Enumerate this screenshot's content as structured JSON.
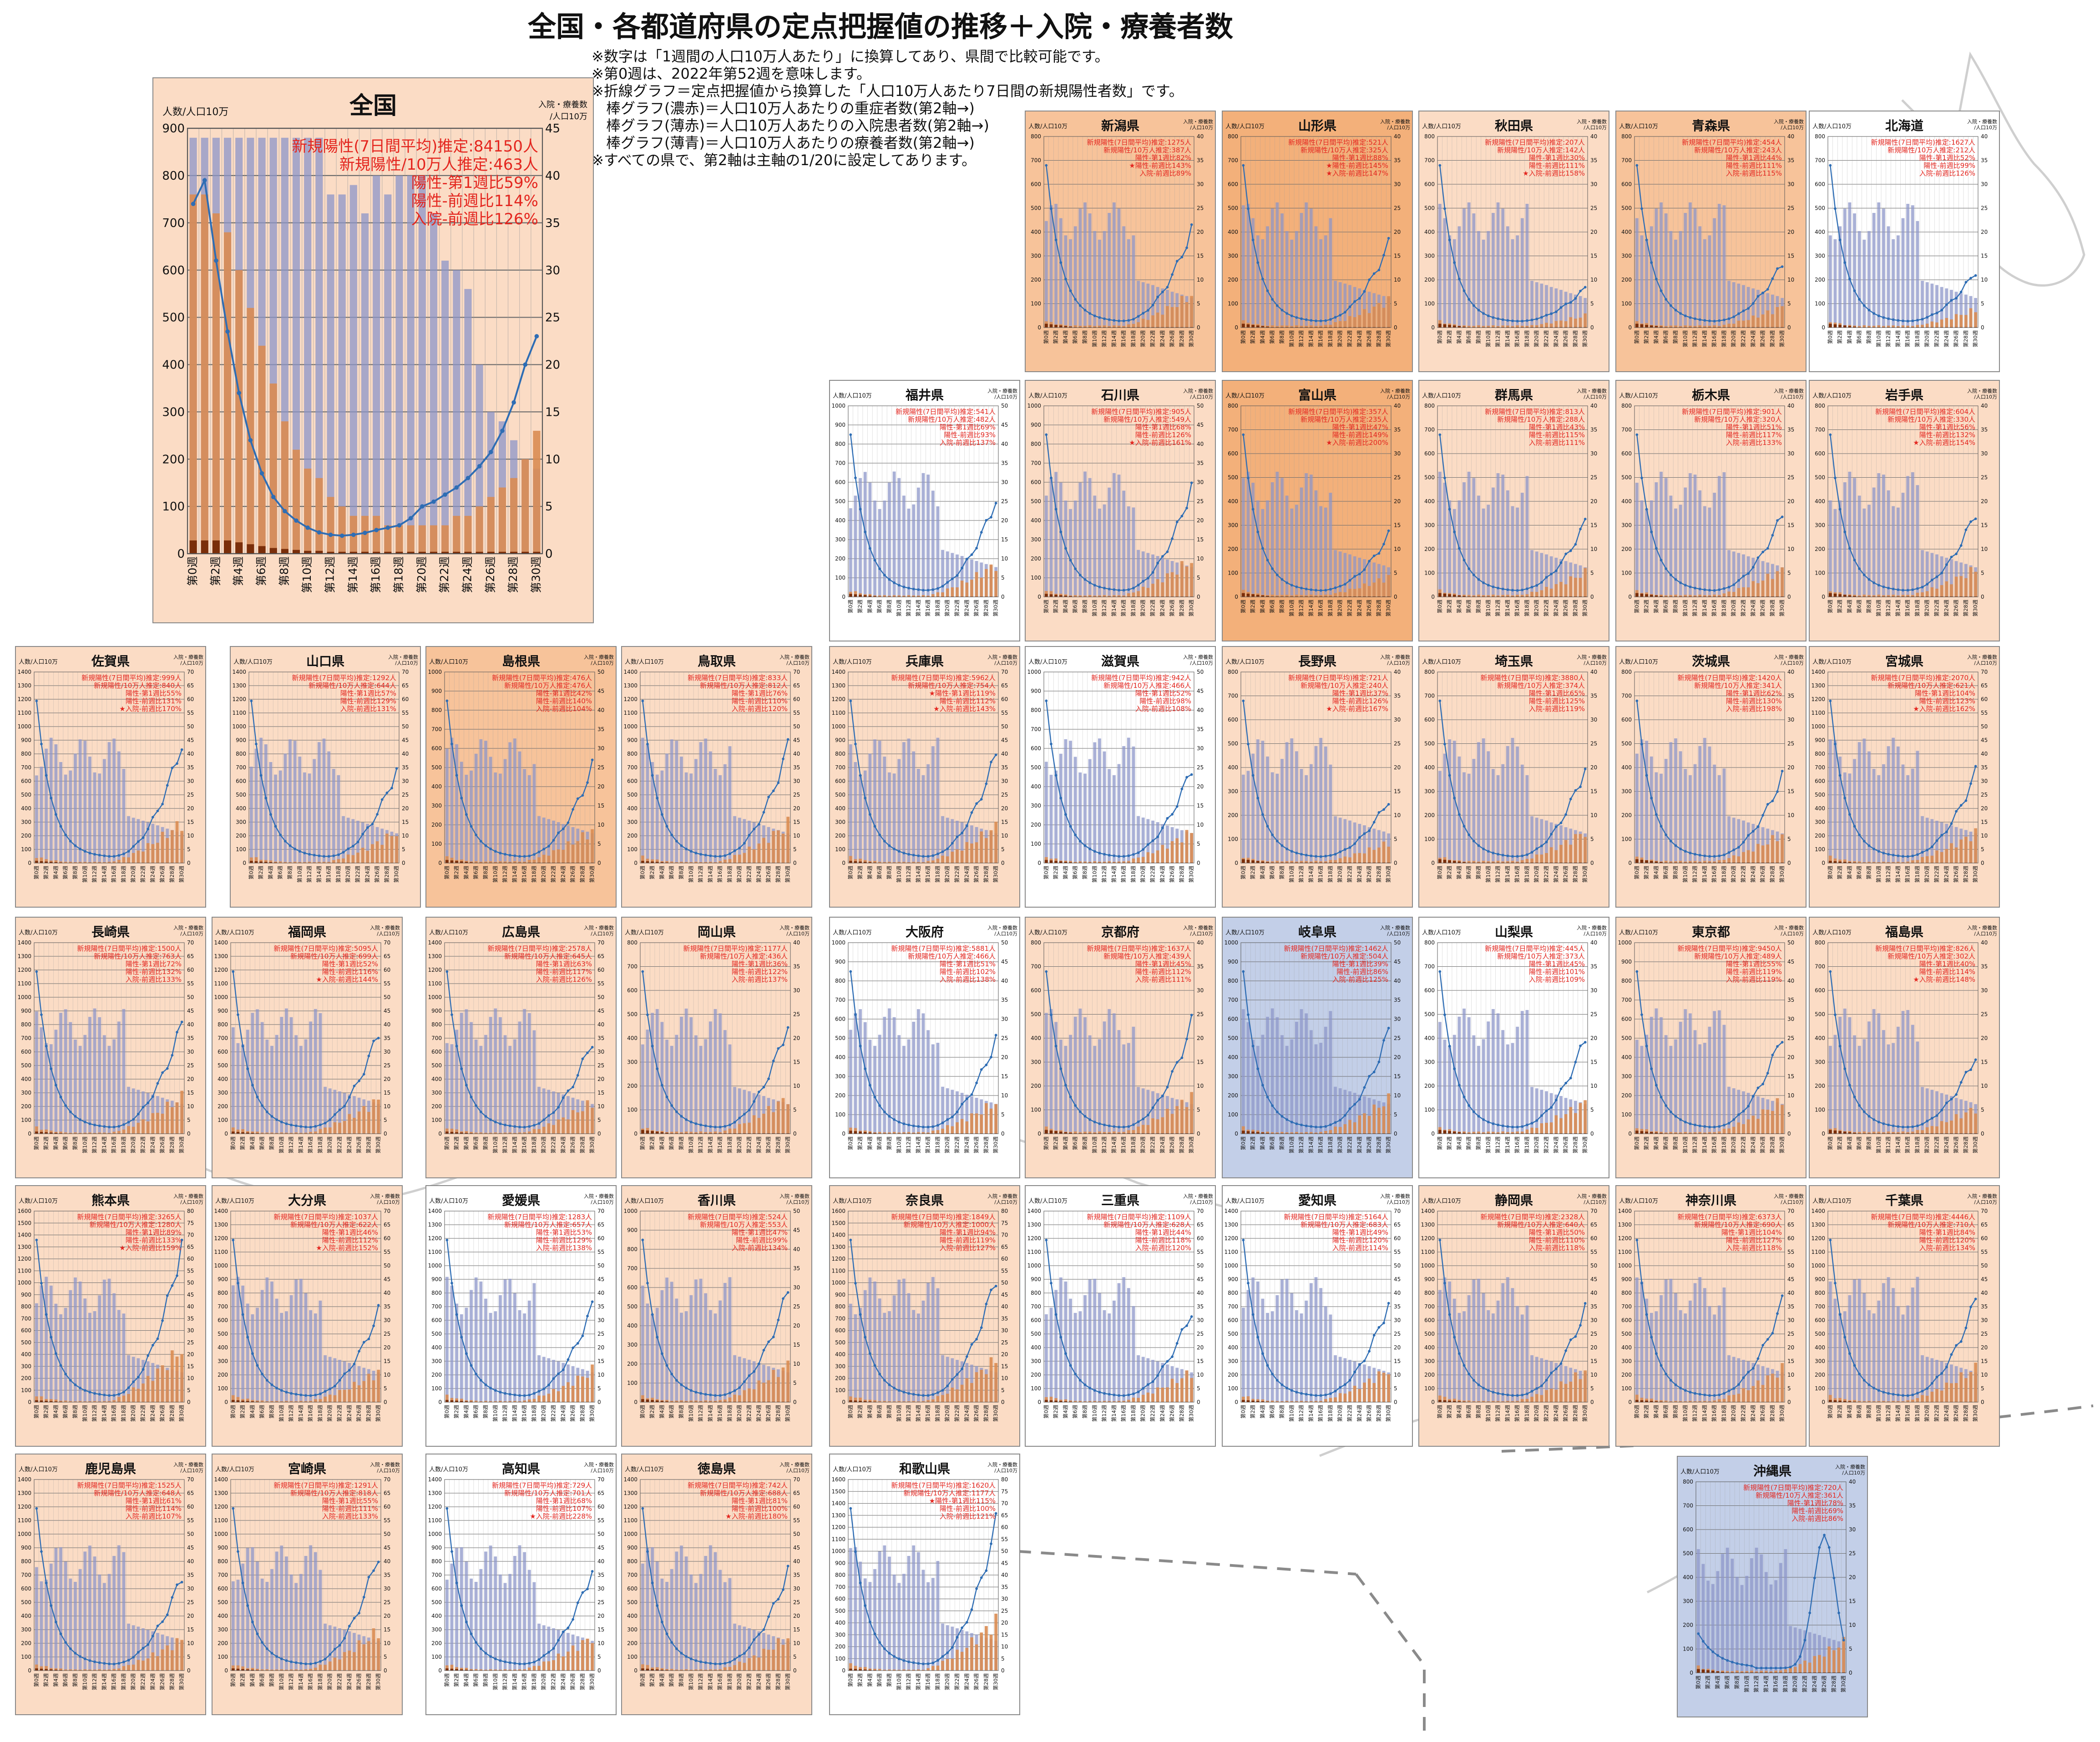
{
  "title": "全国・各都道府県の定点把握値の推移＋入院・療養者数",
  "notes": [
    "※数字は「1週間の人口10万人あたり」に換算してあり、県間で比較可能です。",
    "※第0週は、2022年第52週を意味します。",
    "※折線グラフ＝定点把握値から換算した「人口10万人あたり7日間の新規陽性者数」です。",
    "　棒グラフ(濃赤)＝人口10万人あたりの重症者数(第2軸→)",
    "　棒グラフ(薄赤)＝人口10万人あたりの入院患者数(第2軸→)",
    "　棒グラフ(薄青)＝人口10万人あたりの療養者数(第2軸→)",
    "※すべての県で、第2軸は主軸の1/20に設定してあります。"
  ],
  "colors": {
    "line": "#2e6db4",
    "severe": "#7a2e0a",
    "hospital": "#d98c52",
    "recovery": "#8c96c8",
    "text_red": "#e4261f",
    "bg_orange_light": "#fbdcc5",
    "bg_orange_mid": "#f7c39a",
    "bg_orange_dark": "#f3b07a",
    "bg_blue": "#c3cfe8",
    "bg_white": "#ffffff"
  },
  "labels": {
    "y_left": "人数/人口10万",
    "y_right_1": "入院・療養数",
    "y_right_2": "/人口10万"
  },
  "national": {
    "name": "全国",
    "stats": [
      "新規陽性(7日間平均)推定:84150人",
      "新規陽性/10万人推定:463人",
      "陽性-第1週比59%",
      "陽性-前週比114%",
      "入院-前週比126%"
    ]
  },
  "chart_data": [
    {
      "type": "line",
      "name": "全国",
      "x": [
        "第0週",
        "第1週",
        "第2週",
        "第3週",
        "第4週",
        "第5週",
        "第6週",
        "第7週",
        "第8週",
        "第9週",
        "第10週",
        "第11週",
        "第12週",
        "第13週",
        "第14週",
        "第15週",
        "第16週",
        "第17週",
        "第18週",
        "第19週",
        "第20週",
        "第21週",
        "第22週",
        "第23週",
        "第24週",
        "第25週",
        "第26週",
        "第27週",
        "第28週",
        "第29週",
        "第30週"
      ],
      "x_tick_labels": [
        "第0週",
        "第2週",
        "第4週",
        "第6週",
        "第8週",
        "第10週",
        "第12週",
        "第14週",
        "第16週",
        "第18週",
        "第20週",
        "第22週",
        "第24週",
        "第26週",
        "第28週",
        "第30週"
      ],
      "ylim": [
        0,
        900
      ],
      "y2lim": [
        0,
        45
      ],
      "yticks": [
        0,
        100,
        200,
        300,
        400,
        500,
        600,
        700,
        800,
        900
      ],
      "y2ticks": [
        0,
        5,
        10,
        15,
        20,
        25,
        30,
        35,
        40,
        45
      ],
      "series": [
        {
          "kind": "line",
          "values": [
            740,
            790,
            620,
            470,
            340,
            240,
            170,
            120,
            90,
            70,
            55,
            45,
            40,
            38,
            40,
            44,
            50,
            55,
            60,
            75,
            100,
            110,
            125,
            140,
            160,
            185,
            215,
            260,
            320,
            400,
            460
          ]
        },
        {
          "kind": "recovery",
          "values": [
            44,
            44,
            44,
            44,
            44,
            44,
            44,
            44,
            44,
            44,
            44,
            44,
            38,
            38,
            39,
            36,
            40,
            38,
            40,
            40,
            40,
            36,
            31,
            30,
            28,
            20,
            15,
            14,
            12,
            10,
            9
          ]
        },
        {
          "kind": "hospital",
          "values": [
            38,
            38,
            36,
            34,
            30,
            26,
            22,
            18,
            14,
            11,
            9,
            8,
            6,
            5,
            4,
            4,
            4,
            3,
            3,
            3,
            3,
            3,
            3,
            4,
            4,
            5,
            6,
            7,
            8,
            10,
            13
          ]
        },
        {
          "kind": "severe",
          "values": [
            1.4,
            1.4,
            1.4,
            1.4,
            1.2,
            1.0,
            0.8,
            0.6,
            0.5,
            0.4,
            0.3,
            0.3,
            0.2,
            0.2,
            0.2,
            0.2,
            0.2,
            0.2,
            0.2,
            0.2,
            0.2,
            0.2,
            0.2,
            0.2,
            0.2,
            0.2,
            0.2,
            0.2,
            0.2,
            0.2,
            0.2
          ]
        }
      ]
    }
  ],
  "prefectures": [
    {
      "name": "新潟県",
      "stats": [
        "新規陽性(7日間平均)推定:1275人",
        "新規陽性/10万人推定:387人",
        "陽性-第1週比82%",
        "★陽性-前週比143%",
        "入院-前週比89%"
      ],
      "shape": "u"
    },
    {
      "name": "山形県",
      "stats": [
        "新規陽性(7日間平均)推定:521人",
        "新規陽性/10万人推定:325人",
        "陽性-第1週比88%",
        "★陽性-前週比145%",
        "★入院-前週比147%"
      ],
      "shape": "u"
    },
    {
      "name": "秋田県",
      "stats": [
        "新規陽性(7日間平均)推定:207人",
        "新規陽性/10万人推定:142人",
        "陽性-第1週比30%",
        "陽性-前週比111%",
        "★入院-前週比158%"
      ],
      "shape": "u"
    },
    {
      "name": "青森県",
      "stats": [
        "新規陽性(7日間平均)推定:454人",
        "新規陽性/10万人推定:243人",
        "陽性-第1週比44%",
        "陽性-前週比111%",
        "入院-前週比115%"
      ],
      "shape": "u"
    },
    {
      "name": "北海道",
      "stats": [
        "新規陽性(7日間平均)推定:1627人",
        "新規陽性/10万人推定:212人",
        "陽性-第1週比52%",
        "陽性-前週比99%",
        "入院-前週比126%"
      ],
      "shape": "u"
    },
    {
      "name": "福井県",
      "stats": [
        "新規陽性(7日間平均)推定:541人",
        "新規陽性/10万人推定:482人",
        "陽性-第1週比69%",
        "陽性-前週比93%",
        "入院-前週比137%"
      ],
      "shape": "u"
    },
    {
      "name": "石川県",
      "stats": [
        "新規陽性(7日間平均)推定:905人",
        "新規陽性/10万人推定:549人",
        "陽性-第1週比68%",
        "陽性-前週比126%",
        "★入院-前週比161%"
      ],
      "shape": "u"
    },
    {
      "name": "富山県",
      "stats": [
        "新規陽性(7日間平均)推定:357人",
        "新規陽性/10万人推定:235人",
        "陽性-第1週比47%",
        "陽性-前週比149%",
        "★入院-前週比200%"
      ],
      "shape": "u"
    },
    {
      "name": "群馬県",
      "stats": [
        "新規陽性(7日間平均)推定:813人",
        "新規陽性/10万人推定:288人",
        "陽性-第1週比43%",
        "陽性-前週比115%",
        "入院-前週比111%"
      ],
      "shape": "u"
    },
    {
      "name": "栃木県",
      "stats": [
        "新規陽性(7日間平均)推定:901人",
        "新規陽性/10万人推定:320人",
        "陽性-第1週比51%",
        "陽性-前週比117%",
        "入院-前週比133%"
      ],
      "shape": "u"
    },
    {
      "name": "岩手県",
      "stats": [
        "新規陽性(7日間平均)推定:604人",
        "新規陽性/10万人推定:330人",
        "陽性-第1週比56%",
        "陽性-前週比132%",
        "★入院-前週比154%"
      ],
      "shape": "u"
    },
    {
      "name": "佐賀県",
      "stats": [
        "新規陽性(7日間平均)推定:999人",
        "新規陽性/10万人推定:840人",
        "陽性-第1週比55%",
        "陽性-前週比131%",
        "★入院-前週比170%"
      ],
      "shape": "u"
    },
    {
      "name": "山口県",
      "stats": [
        "新規陽性(7日間平均)推定:1292人",
        "新規陽性/10万人推定:644人",
        "陽性-第1週比57%",
        "陽性-前週比129%",
        "入院-前週比131%"
      ],
      "shape": "u"
    },
    {
      "name": "島根県",
      "stats": [
        "新規陽性(7日間平均)推定:476人",
        "新規陽性/10万人推定:476人",
        "陽性-第1週比42%",
        "陽性-前週比140%",
        "入院-前週比104%"
      ],
      "shape": "u"
    },
    {
      "name": "鳥取県",
      "stats": [
        "新規陽性(7日間平均)推定:833人",
        "新規陽性/10万人推定:812人",
        "陽性-第1週比76%",
        "陽性-前週比110%",
        "入院-前週比120%"
      ],
      "shape": "u"
    },
    {
      "name": "兵庫県",
      "stats": [
        "新規陽性(7日間平均)推定:5962人",
        "新規陽性/10万人推定:754人",
        "★陽性-第1週比119%",
        "陽性-前週比112%",
        "★入院-前週比143%"
      ],
      "shape": "u"
    },
    {
      "name": "滋賀県",
      "stats": [
        "新規陽性(7日間平均)推定:942人",
        "新規陽性/10万人推定:466人",
        "陽性-第1週比52%",
        "陽性-前週比98%",
        "入院-前週比108%"
      ],
      "shape": "u"
    },
    {
      "name": "長野県",
      "stats": [
        "新規陽性(7日間平均)推定:721人",
        "新規陽性/10万人推定:240人",
        "陽性-第1週比37%",
        "陽性-前週比126%",
        "★入院-前週比167%"
      ],
      "shape": "u"
    },
    {
      "name": "埼玉県",
      "stats": [
        "新規陽性(7日間平均)推定:3880人",
        "新規陽性/10万人推定:374人",
        "陽性-第1週比65%",
        "陽性-前週比125%",
        "入院-前週比119%"
      ],
      "shape": "u"
    },
    {
      "name": "茨城県",
      "stats": [
        "新規陽性(7日間平均)推定:1420人",
        "新規陽性/10万人推定:341人",
        "陽性-第1週比62%",
        "陽性-前週比130%",
        "入院-前週比198%"
      ],
      "shape": "u"
    },
    {
      "name": "宮城県",
      "stats": [
        "新規陽性(7日間平均)推定:2070人",
        "新規陽性/10万人推定:621人",
        "陽性-第1週比104%",
        "陽性-前週比123%",
        "★入院-前週比162%"
      ],
      "shape": "u"
    },
    {
      "name": "長崎県",
      "stats": [
        "新規陽性(7日間平均)推定:1500人",
        "新規陽性/10万人推定:763人",
        "陽性-第1週比72%",
        "陽性-前週比132%",
        "入院-前週比133%"
      ],
      "shape": "u"
    },
    {
      "name": "福岡県",
      "stats": [
        "新規陽性(7日間平均)推定:5095人",
        "新規陽性/10万人推定:699人",
        "陽性-第1週比52%",
        "陽性-前週比116%",
        "★入院-前週比144%"
      ],
      "shape": "u"
    },
    {
      "name": "広島県",
      "stats": [
        "新規陽性(7日間平均)推定:2578人",
        "新規陽性/10万人推定:645人",
        "陽性-第1週比63%",
        "陽性-前週比117%",
        "入院-前週比126%"
      ],
      "shape": "u"
    },
    {
      "name": "岡山県",
      "stats": [
        "新規陽性(7日間平均)推定:1177人",
        "新規陽性/10万人推定:436人",
        "陽性-第1週比36%",
        "陽性-前週比122%",
        "入院-前週比137%"
      ],
      "shape": "u"
    },
    {
      "name": "大阪府",
      "stats": [
        "新規陽性(7日間平均)推定:5881人",
        "新規陽性/10万人推定:466人",
        "陽性-第1週比51%",
        "陽性-前週比102%",
        "入院-前週比138%"
      ],
      "shape": "u"
    },
    {
      "name": "京都府",
      "stats": [
        "新規陽性(7日間平均)推定:1637人",
        "新規陽性/10万人推定:439人",
        "陽性-第1週比45%",
        "陽性-前週比112%",
        "入院-前週比111%"
      ],
      "shape": "u"
    },
    {
      "name": "岐阜県",
      "stats": [
        "新規陽性(7日間平均)推定:1462人",
        "新規陽性/10万人推定:504人",
        "陽性-第1週比39%",
        "陽性-前週比86%",
        "入院-前週比125%"
      ],
      "shape": "u"
    },
    {
      "name": "山梨県",
      "stats": [
        "新規陽性(7日間平均)推定:445人",
        "新規陽性/10万人推定:373人",
        "陽性-第1週比45%",
        "陽性-前週比101%",
        "入院-前週比109%"
      ],
      "shape": "u"
    },
    {
      "name": "東京都",
      "stats": [
        "新規陽性(7日間平均)推定:9450人",
        "新規陽性/10万人推定:489人",
        "陽性-第1週比55%",
        "陽性-前週比119%",
        "入院-前週比119%"
      ],
      "shape": "u"
    },
    {
      "name": "福島県",
      "stats": [
        "新規陽性(7日間平均)推定:826人",
        "新規陽性/10万人推定:302人",
        "陽性-第1週比40%",
        "陽性-前週比114%",
        "★入院-前週比148%"
      ],
      "shape": "u"
    },
    {
      "name": "熊本県",
      "stats": [
        "新規陽性(7日間平均)推定:3265人",
        "新規陽性/10万人推定:1280人",
        "陽性-第1週比89%",
        "陽性-前週比133%",
        "★入院-前週比159%"
      ],
      "shape": "u"
    },
    {
      "name": "大分県",
      "stats": [
        "新規陽性(7日間平均)推定:1037人",
        "新規陽性/10万人推定:622人",
        "陽性-第1週比46%",
        "陽性-前週比112%",
        "★入院-前週比152%"
      ],
      "shape": "u"
    },
    {
      "name": "愛媛県",
      "stats": [
        "新規陽性(7日間平均)推定:1283人",
        "新規陽性/10万人推定:657人",
        "陽性-第1週比53%",
        "陽性-前週比129%",
        "入院-前週比138%"
      ],
      "shape": "u"
    },
    {
      "name": "香川県",
      "stats": [
        "新規陽性(7日間平均)推定:524人",
        "新規陽性/10万人推定:553人",
        "陽性-第1週比47%",
        "陽性-前週比99%",
        "入院-前週比134%"
      ],
      "shape": "u"
    },
    {
      "name": "奈良県",
      "stats": [
        "新規陽性(7日間平均)推定:1849人",
        "新規陽性/10万人推定:1000人",
        "陽性-第1週比94%",
        "陽性-前週比119%",
        "入院-前週比127%"
      ],
      "shape": "u"
    },
    {
      "name": "三重県",
      "stats": [
        "新規陽性(7日間平均)推定:1109人",
        "新規陽性/10万人推定:628人",
        "陽性-第1週比44%",
        "陽性-前週比118%",
        "入院-前週比120%"
      ],
      "shape": "u"
    },
    {
      "name": "愛知県",
      "stats": [
        "新規陽性(7日間平均)推定:5164人",
        "新規陽性/10万人推定:683人",
        "陽性-第1週比49%",
        "陽性-前週比120%",
        "入院-前週比114%"
      ],
      "shape": "u"
    },
    {
      "name": "静岡県",
      "stats": [
        "新規陽性(7日間平均)推定:2328人",
        "新規陽性/10万人推定:640人",
        "陽性-第1週比50%",
        "陽性-前週比110%",
        "入院-前週比118%"
      ],
      "shape": "u"
    },
    {
      "name": "神奈川県",
      "stats": [
        "新規陽性(7日間平均)推定:6373人",
        "新規陽性/10万人推定:690人",
        "陽性-第1週比104%",
        "陽性-前週比127%",
        "入院-前週比118%"
      ],
      "shape": "u"
    },
    {
      "name": "千葉県",
      "stats": [
        "新規陽性(7日間平均)推定:4446人",
        "新規陽性/10万人推定:710人",
        "陽性-第1週比84%",
        "陽性-前週比120%",
        "入院-前週比134%"
      ],
      "shape": "u"
    },
    {
      "name": "鹿児島県",
      "stats": [
        "新規陽性(7日間平均)推定:1525人",
        "新規陽性/10万人推定:648人",
        "陽性-第1週比61%",
        "陽性-前週比114%",
        "入院-前週比107%"
      ],
      "shape": "u"
    },
    {
      "name": "宮崎県",
      "stats": [
        "新規陽性(7日間平均)推定:1291人",
        "新規陽性/10万人推定:818人",
        "陽性-第1週比55%",
        "陽性-前週比111%",
        "入院-前週比133%"
      ],
      "shape": "u"
    },
    {
      "name": "高知県",
      "stats": [
        "新規陽性(7日間平均)推定:729人",
        "新規陽性/10万人推定:701人",
        "陽性-第1週比68%",
        "陽性-前週比107%",
        "★入院-前週比228%"
      ],
      "shape": "u"
    },
    {
      "name": "徳島県",
      "stats": [
        "新規陽性(7日間平均)推定:742人",
        "新規陽性/10万人推定:688人",
        "陽性-第1週比81%",
        "陽性-前週比100%",
        "★入院-前週比180%"
      ],
      "shape": "u"
    },
    {
      "name": "和歌山県",
      "stats": [
        "新規陽性(7日間平均)推定:1620人",
        "新規陽性/10万人推定:1177人",
        "★陽性-第1週比115%",
        "陽性-前週比100%",
        "入院-前週比121%"
      ],
      "shape": "u"
    },
    {
      "name": "沖縄県",
      "stats": [
        "新規陽性(7日間平均)推定:720人",
        "新規陽性/10万人推定:361人",
        "陽性-第1週比78%",
        "陽性-前週比69%",
        "入院-前週比86%"
      ],
      "shape": "okinawa"
    }
  ]
}
